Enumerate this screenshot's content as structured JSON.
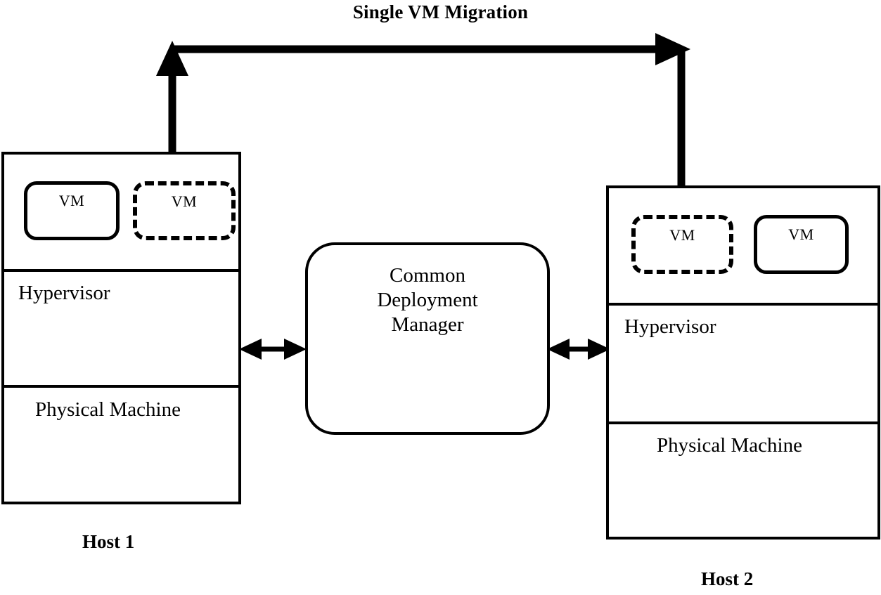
{
  "diagram": {
    "title": "Single VM Migration",
    "migration_arrow": {
      "label": "Single VM Migration",
      "direction": "bidirectional-top-route",
      "stroke_color": "#000000"
    },
    "manager": {
      "label": "Common\nDeployment\nManager",
      "shape": "rounded-rectangle"
    },
    "hosts": [
      {
        "caption": "Host 1",
        "vms": [
          {
            "label": "VM",
            "style": "solid"
          },
          {
            "label": "VM",
            "style": "dashed"
          }
        ],
        "layers": [
          {
            "label": "Hypervisor"
          },
          {
            "label": "Physical Machine"
          }
        ]
      },
      {
        "caption": "Host 2",
        "vms": [
          {
            "label": "VM",
            "style": "dashed"
          },
          {
            "label": "VM",
            "style": "solid"
          }
        ],
        "layers": [
          {
            "label": "Hypervisor"
          },
          {
            "label": "Physical Machine"
          }
        ]
      }
    ],
    "connectors": [
      {
        "label": "",
        "from": "Host 1",
        "to": "Common Deployment Manager",
        "arrows": "both"
      },
      {
        "label": "",
        "from": "Common Deployment Manager",
        "to": "Host 2",
        "arrows": "both"
      }
    ],
    "colors": {
      "stroke": "#000000",
      "fill": "#ffffff",
      "text": "#000000"
    }
  }
}
